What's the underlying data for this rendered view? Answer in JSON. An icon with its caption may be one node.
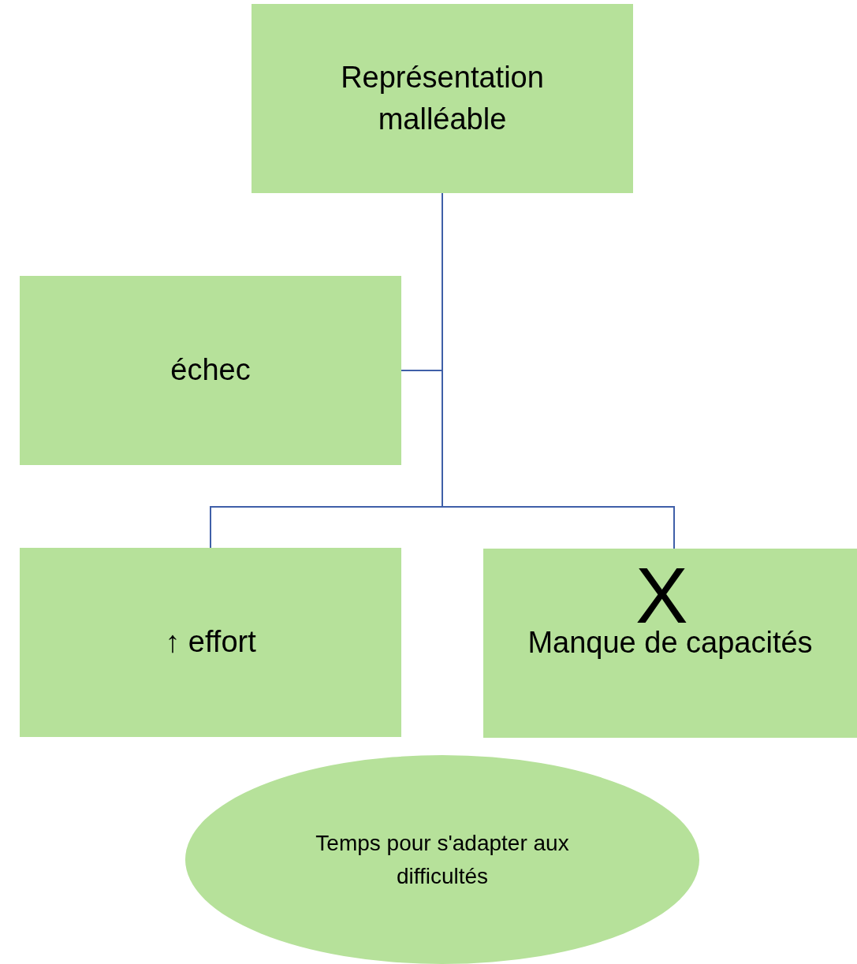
{
  "diagram": {
    "nodes": [
      {
        "text": [
          "Représentation malléable"
        ]
      },
      {
        "text": [
          "échec"
        ]
      },
      {
        "text": [
          "↑ effort"
        ]
      },
      {
        "text": [
          "Manque de capacités"
        ]
      },
      {
        "text": [
          "Temps pour s'adapter aux difficultés"
        ]
      }
    ],
    "edges": [
      {
        "from": 0,
        "to": 1,
        "arrow": "none"
      },
      {
        "from": 0,
        "to": 2,
        "arrow": "none"
      },
      {
        "from": 0,
        "to": 3,
        "arrow": "none"
      }
    ],
    "labels": [
      "X"
    ]
  }
}
